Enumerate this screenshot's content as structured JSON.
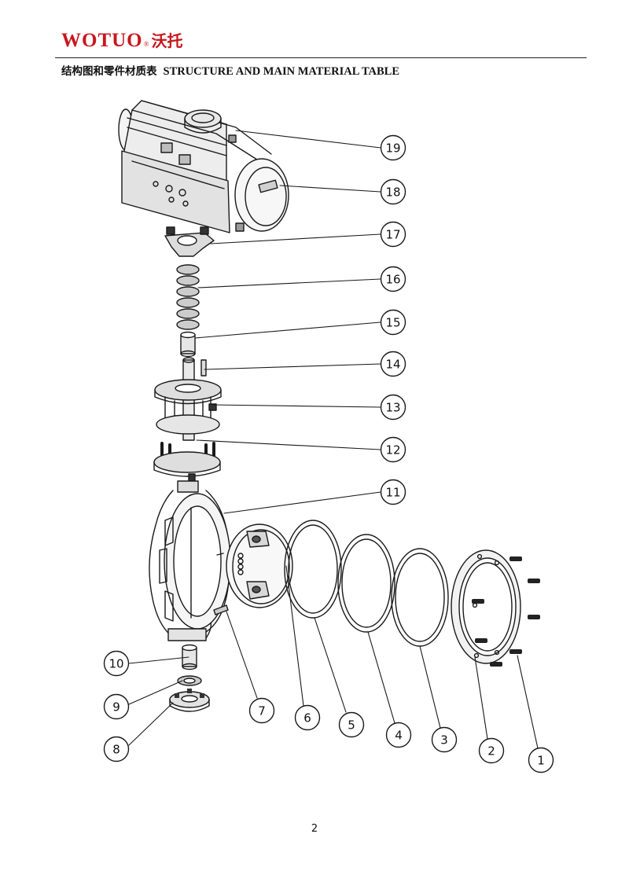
{
  "header": {
    "brand_latin": "WOTUO",
    "brand_reg": "®",
    "brand_cn": "沃托",
    "title_cn": "结构图和零件材质表",
    "title_en": "STRUCTURE AND MAIN MATERIAL TABLE"
  },
  "callouts": [
    "19",
    "18",
    "17",
    "16",
    "15",
    "14",
    "13",
    "12",
    "11",
    "10",
    "9",
    "8",
    "7",
    "6",
    "5",
    "4",
    "3",
    "2",
    "1"
  ],
  "footer": {
    "page_number": "2"
  }
}
